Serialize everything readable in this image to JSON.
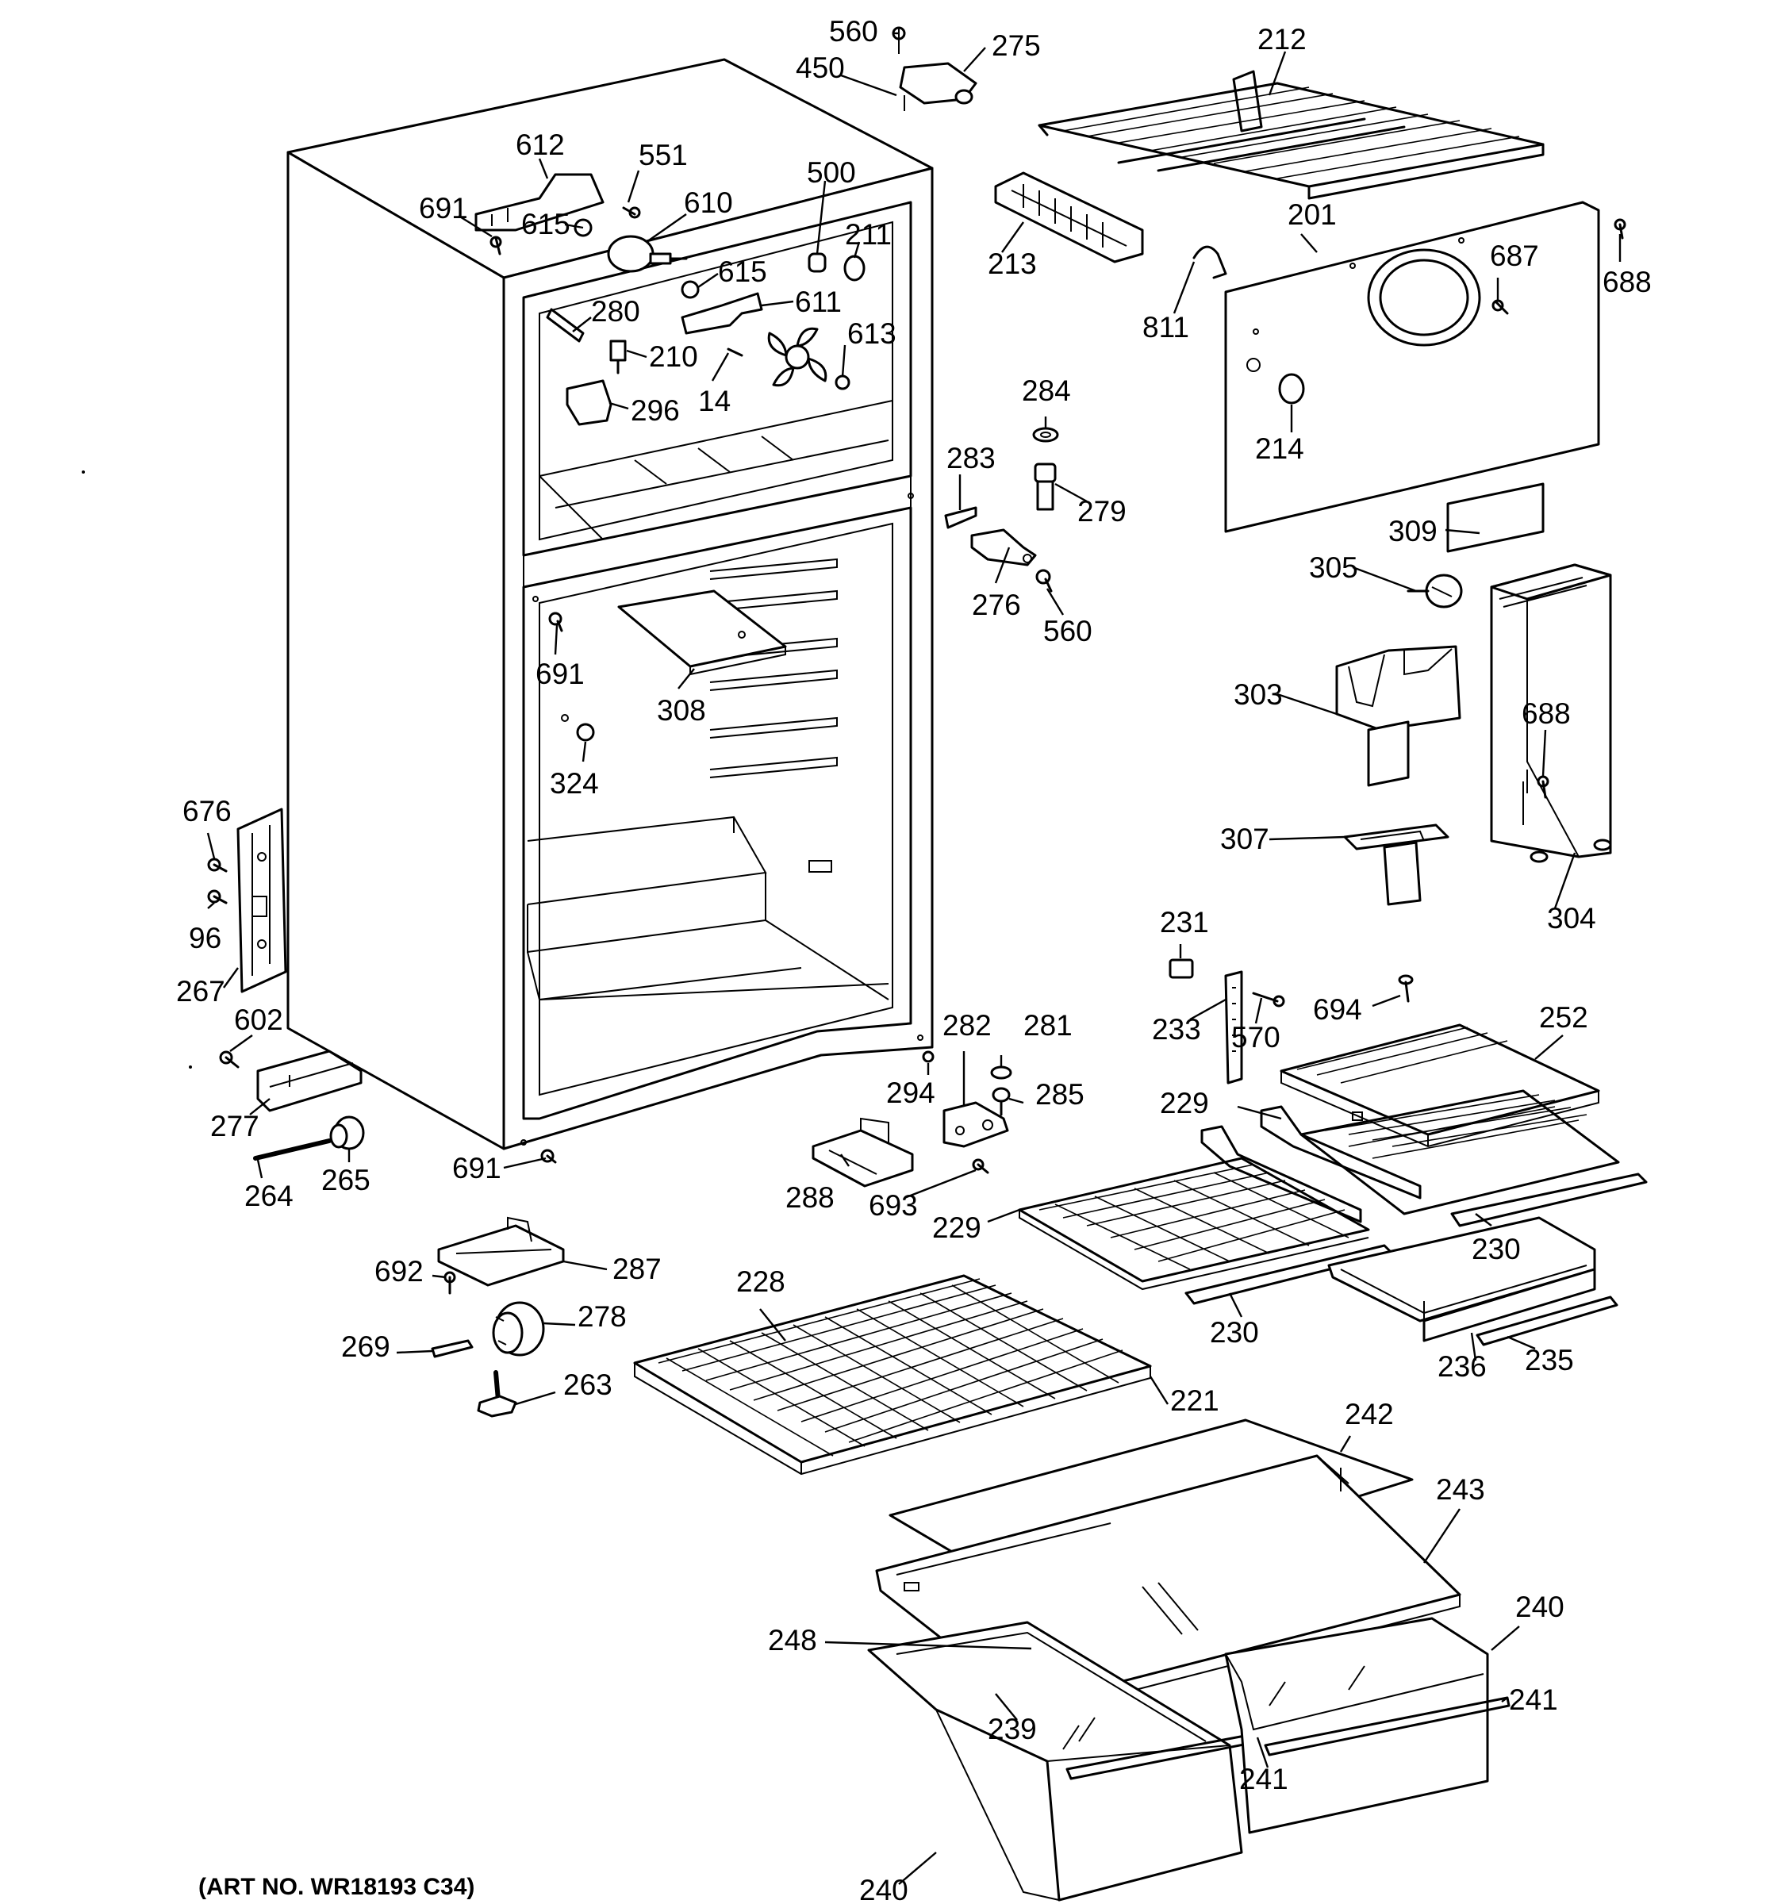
{
  "art_number": "(ART NO. WR18193 C34)",
  "labels": {
    "p560a": "560",
    "p450": "450",
    "p275": "275",
    "p212": "212",
    "p612": "612",
    "p551": "551",
    "p691a": "691",
    "p615a": "615",
    "p610": "610",
    "p500": "500",
    "p211": "211",
    "p615b": "615",
    "p611": "611",
    "p280": "280",
    "p210": "210",
    "p613": "613",
    "p14": "14",
    "p296": "296",
    "p213": "213",
    "p201": "201",
    "p687": "687",
    "p688a": "688",
    "p811": "811",
    "p284": "284",
    "p283": "283",
    "p279": "279",
    "p214": "214",
    "p276": "276",
    "p560b": "560",
    "p309": "309",
    "p305": "305",
    "p691b": "691",
    "p308": "308",
    "p303": "303",
    "p688b": "688",
    "p324": "324",
    "p307": "307",
    "p304": "304",
    "p676": "676",
    "p96": "96",
    "p267": "267",
    "p602": "602",
    "p277": "277",
    "p264": "264",
    "p265": "265",
    "p691c": "691",
    "p282": "282",
    "p281": "281",
    "p294": "294",
    "p285": "285",
    "p231": "231",
    "p233": "233",
    "p570": "570",
    "p694": "694",
    "p252": "252",
    "p229a": "229",
    "p229b": "229",
    "p230a": "230",
    "p230b": "230",
    "p288": "288",
    "p693": "693",
    "p692": "692",
    "p287": "287",
    "p278": "278",
    "p269": "269",
    "p263": "263",
    "p228": "228",
    "p221": "221",
    "p236": "236",
    "p235": "235",
    "p242": "242",
    "p243": "243",
    "p248": "248",
    "p240a": "240",
    "p241a": "241",
    "p239": "239",
    "p241b": "241",
    "p240b": "240"
  }
}
